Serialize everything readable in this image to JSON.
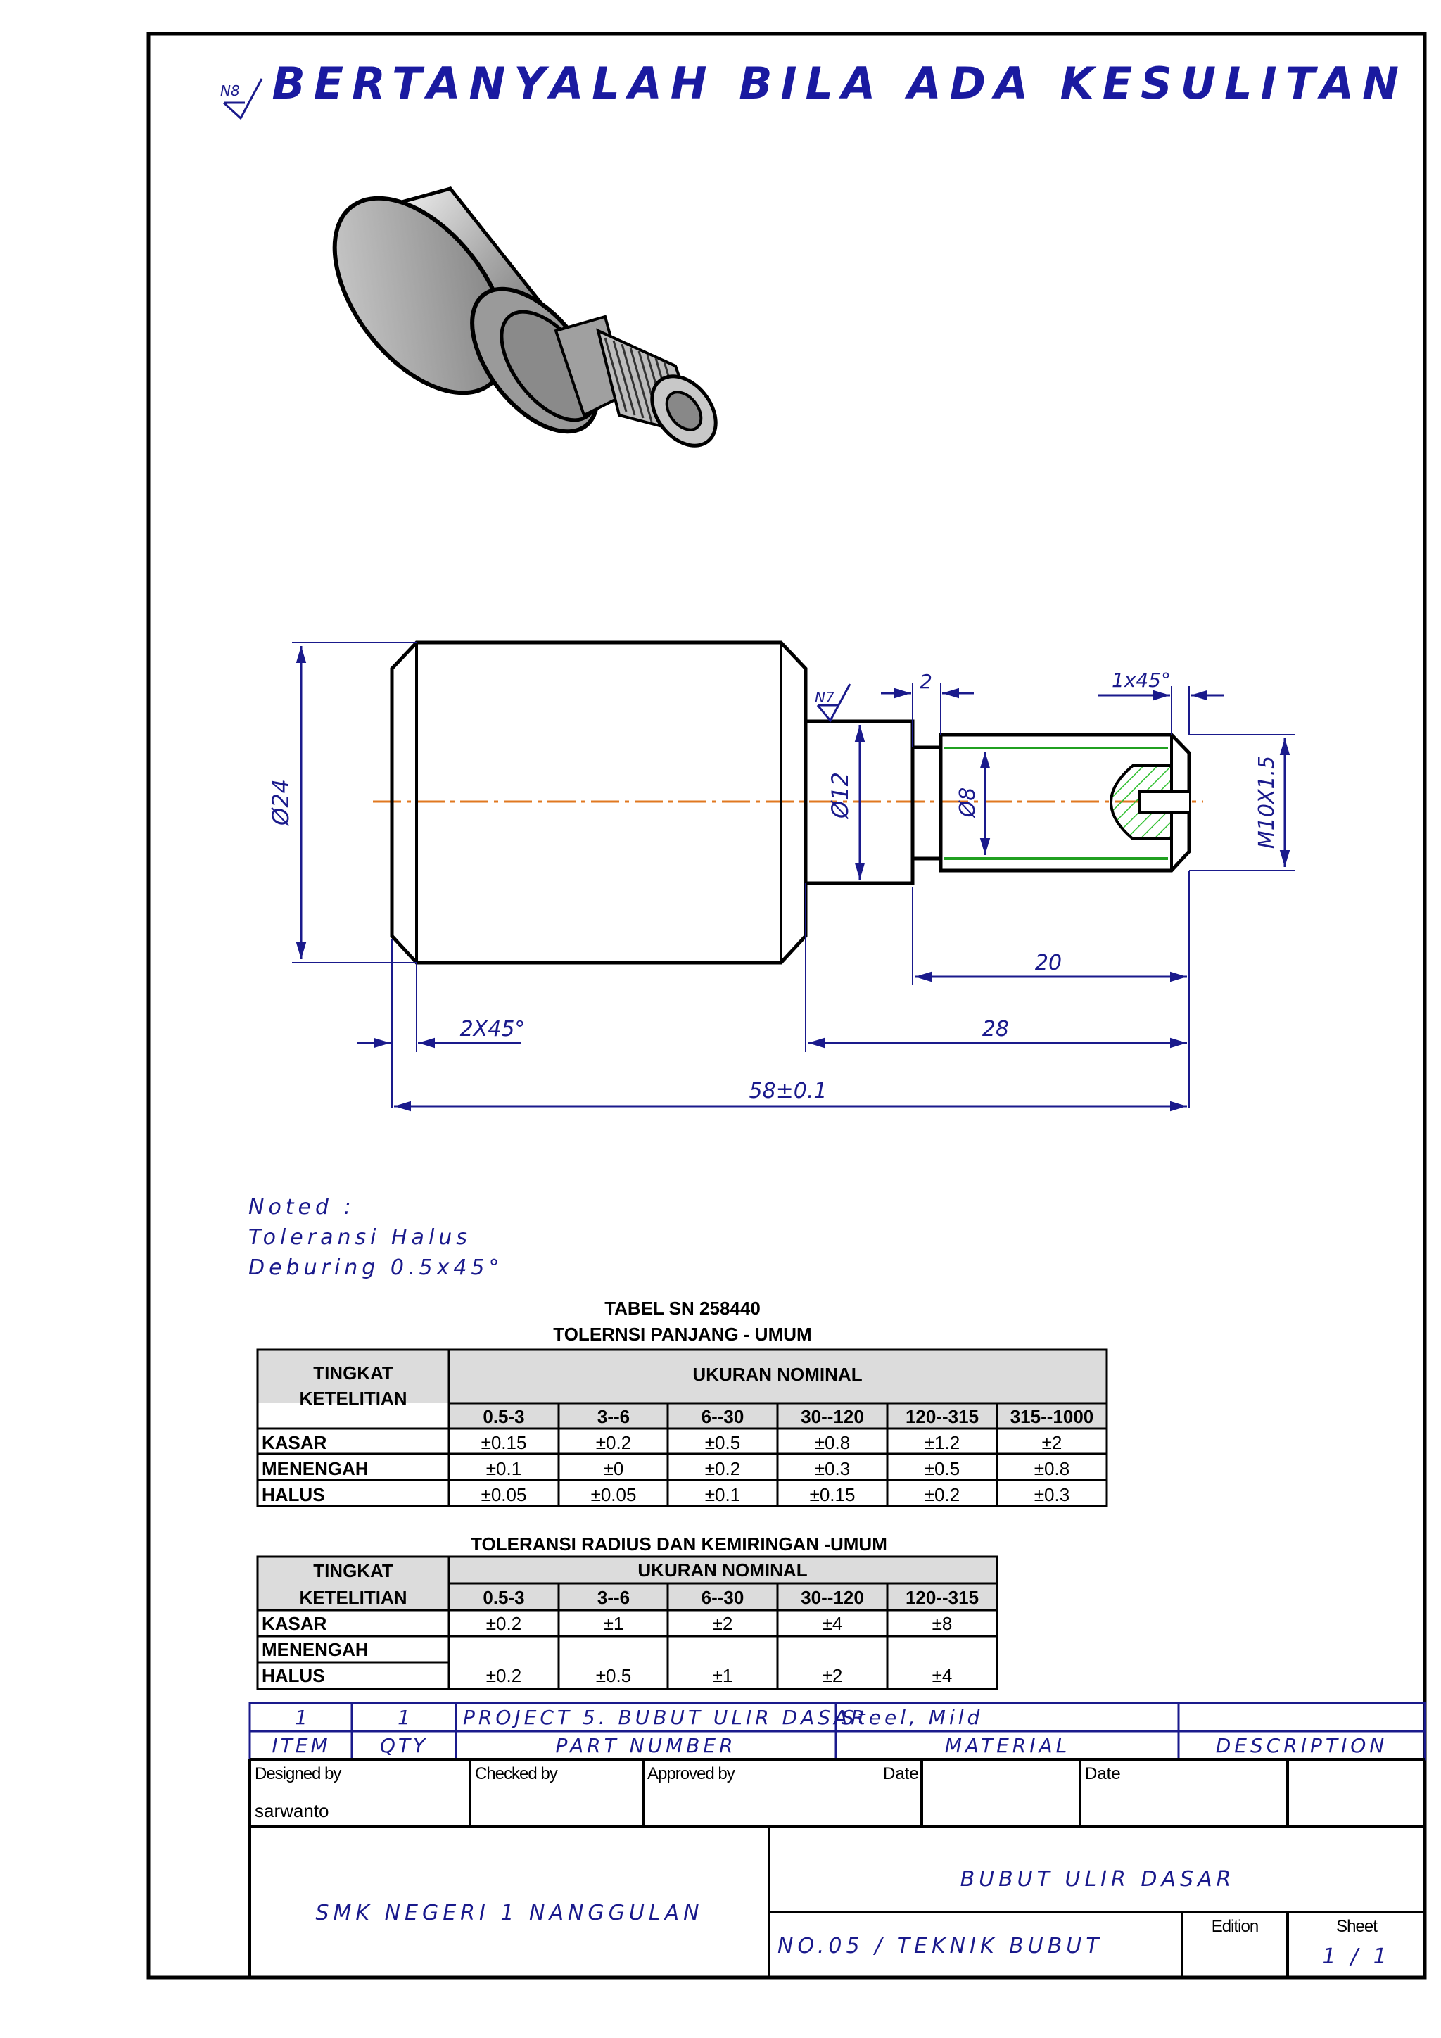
{
  "header": {
    "title": "BERTANYALAH BILA ADA KESULITAN",
    "surface_symbol": "N8"
  },
  "dims": {
    "d24": "Ø24",
    "d12": "Ø12",
    "d8": "Ø8",
    "thread": "M10X1.5",
    "w2": "2",
    "chamfer_right": "1x45°",
    "len20": "20",
    "len28": "28",
    "chamfer_left": "2X45°",
    "total": "58±0.1",
    "surface_n7": "N7"
  },
  "notes": [
    "Noted :",
    "Toleransi Halus",
    "Deburing 0.5x45°"
  ],
  "table1": {
    "title1": "TABEL SN 258440",
    "title2": "TOLERNSI PANJANG - UMUM",
    "hdr_left": [
      "TINGKAT",
      "KETELITIAN"
    ],
    "hdr_right": "UKURAN NOMINAL",
    "ranges": [
      "0.5-3",
      "3--6",
      "6--30",
      "30--120",
      "120--315",
      "315--1000"
    ],
    "rows": [
      {
        "label": "KASAR",
        "values": [
          "±0.15",
          "±0.2",
          "±0.5",
          "±0.8",
          "±1.2",
          "±2"
        ]
      },
      {
        "label": "MENENGAH",
        "values": [
          "±0.1",
          "±0",
          "±0.2",
          "±0.3",
          "±0.5",
          "±0.8"
        ]
      },
      {
        "label": "HALUS",
        "values": [
          "±0.05",
          "±0.05",
          "±0.1",
          "±0.15",
          "±0.2",
          "±0.3"
        ]
      }
    ]
  },
  "table2": {
    "title": "TOLERANSI RADIUS DAN KEMIRINGAN -UMUM",
    "hdr_left": [
      "TINGKAT",
      "KETELITIAN"
    ],
    "hdr_right": "UKURAN NOMINAL",
    "ranges": [
      "0.5-3",
      "3--6",
      "6--30",
      "30--120",
      "120--315"
    ],
    "rows": [
      {
        "label": "KASAR",
        "values": [
          "±0.2",
          "±1",
          "±2",
          "±4",
          "±8"
        ]
      },
      {
        "label": "MENENGAH",
        "values": []
      },
      {
        "label": "HALUS",
        "values": [
          "±0.2",
          "±0.5",
          "±1",
          "±2",
          "±4"
        ]
      }
    ]
  },
  "titleblock": {
    "item_val": "1",
    "qty_val": "1",
    "part_val": "PROJECT 5. BUBUT ULIR DASAR",
    "material_val": "Steel, Mild",
    "item_lbl": "ITEM",
    "qty_lbl": "QTY",
    "part_lbl": "PART NUMBER",
    "material_lbl": "MATERIAL",
    "desc_lbl": "DESCRIPTION",
    "designed_by_lbl": "Designed by",
    "designed_by_val": "sarwanto",
    "checked_by_lbl": "Checked by",
    "approved_by_lbl": "Approved by",
    "date1_lbl": "Date",
    "date2_lbl": "Date",
    "school": "SMK NEGERI 1 NANGGULAN",
    "drawing_title": "BUBUT ULIR DASAR",
    "drawing_no": "NO.05 / TEKNIK BUBUT",
    "edition_lbl": "Edition",
    "sheet_lbl": "Sheet",
    "sheet_val": "1 / 1"
  },
  "colors": {
    "dim": "#1a1a8c",
    "center": "#e07820",
    "thread": "#20a020",
    "hatch": "#30c030"
  }
}
